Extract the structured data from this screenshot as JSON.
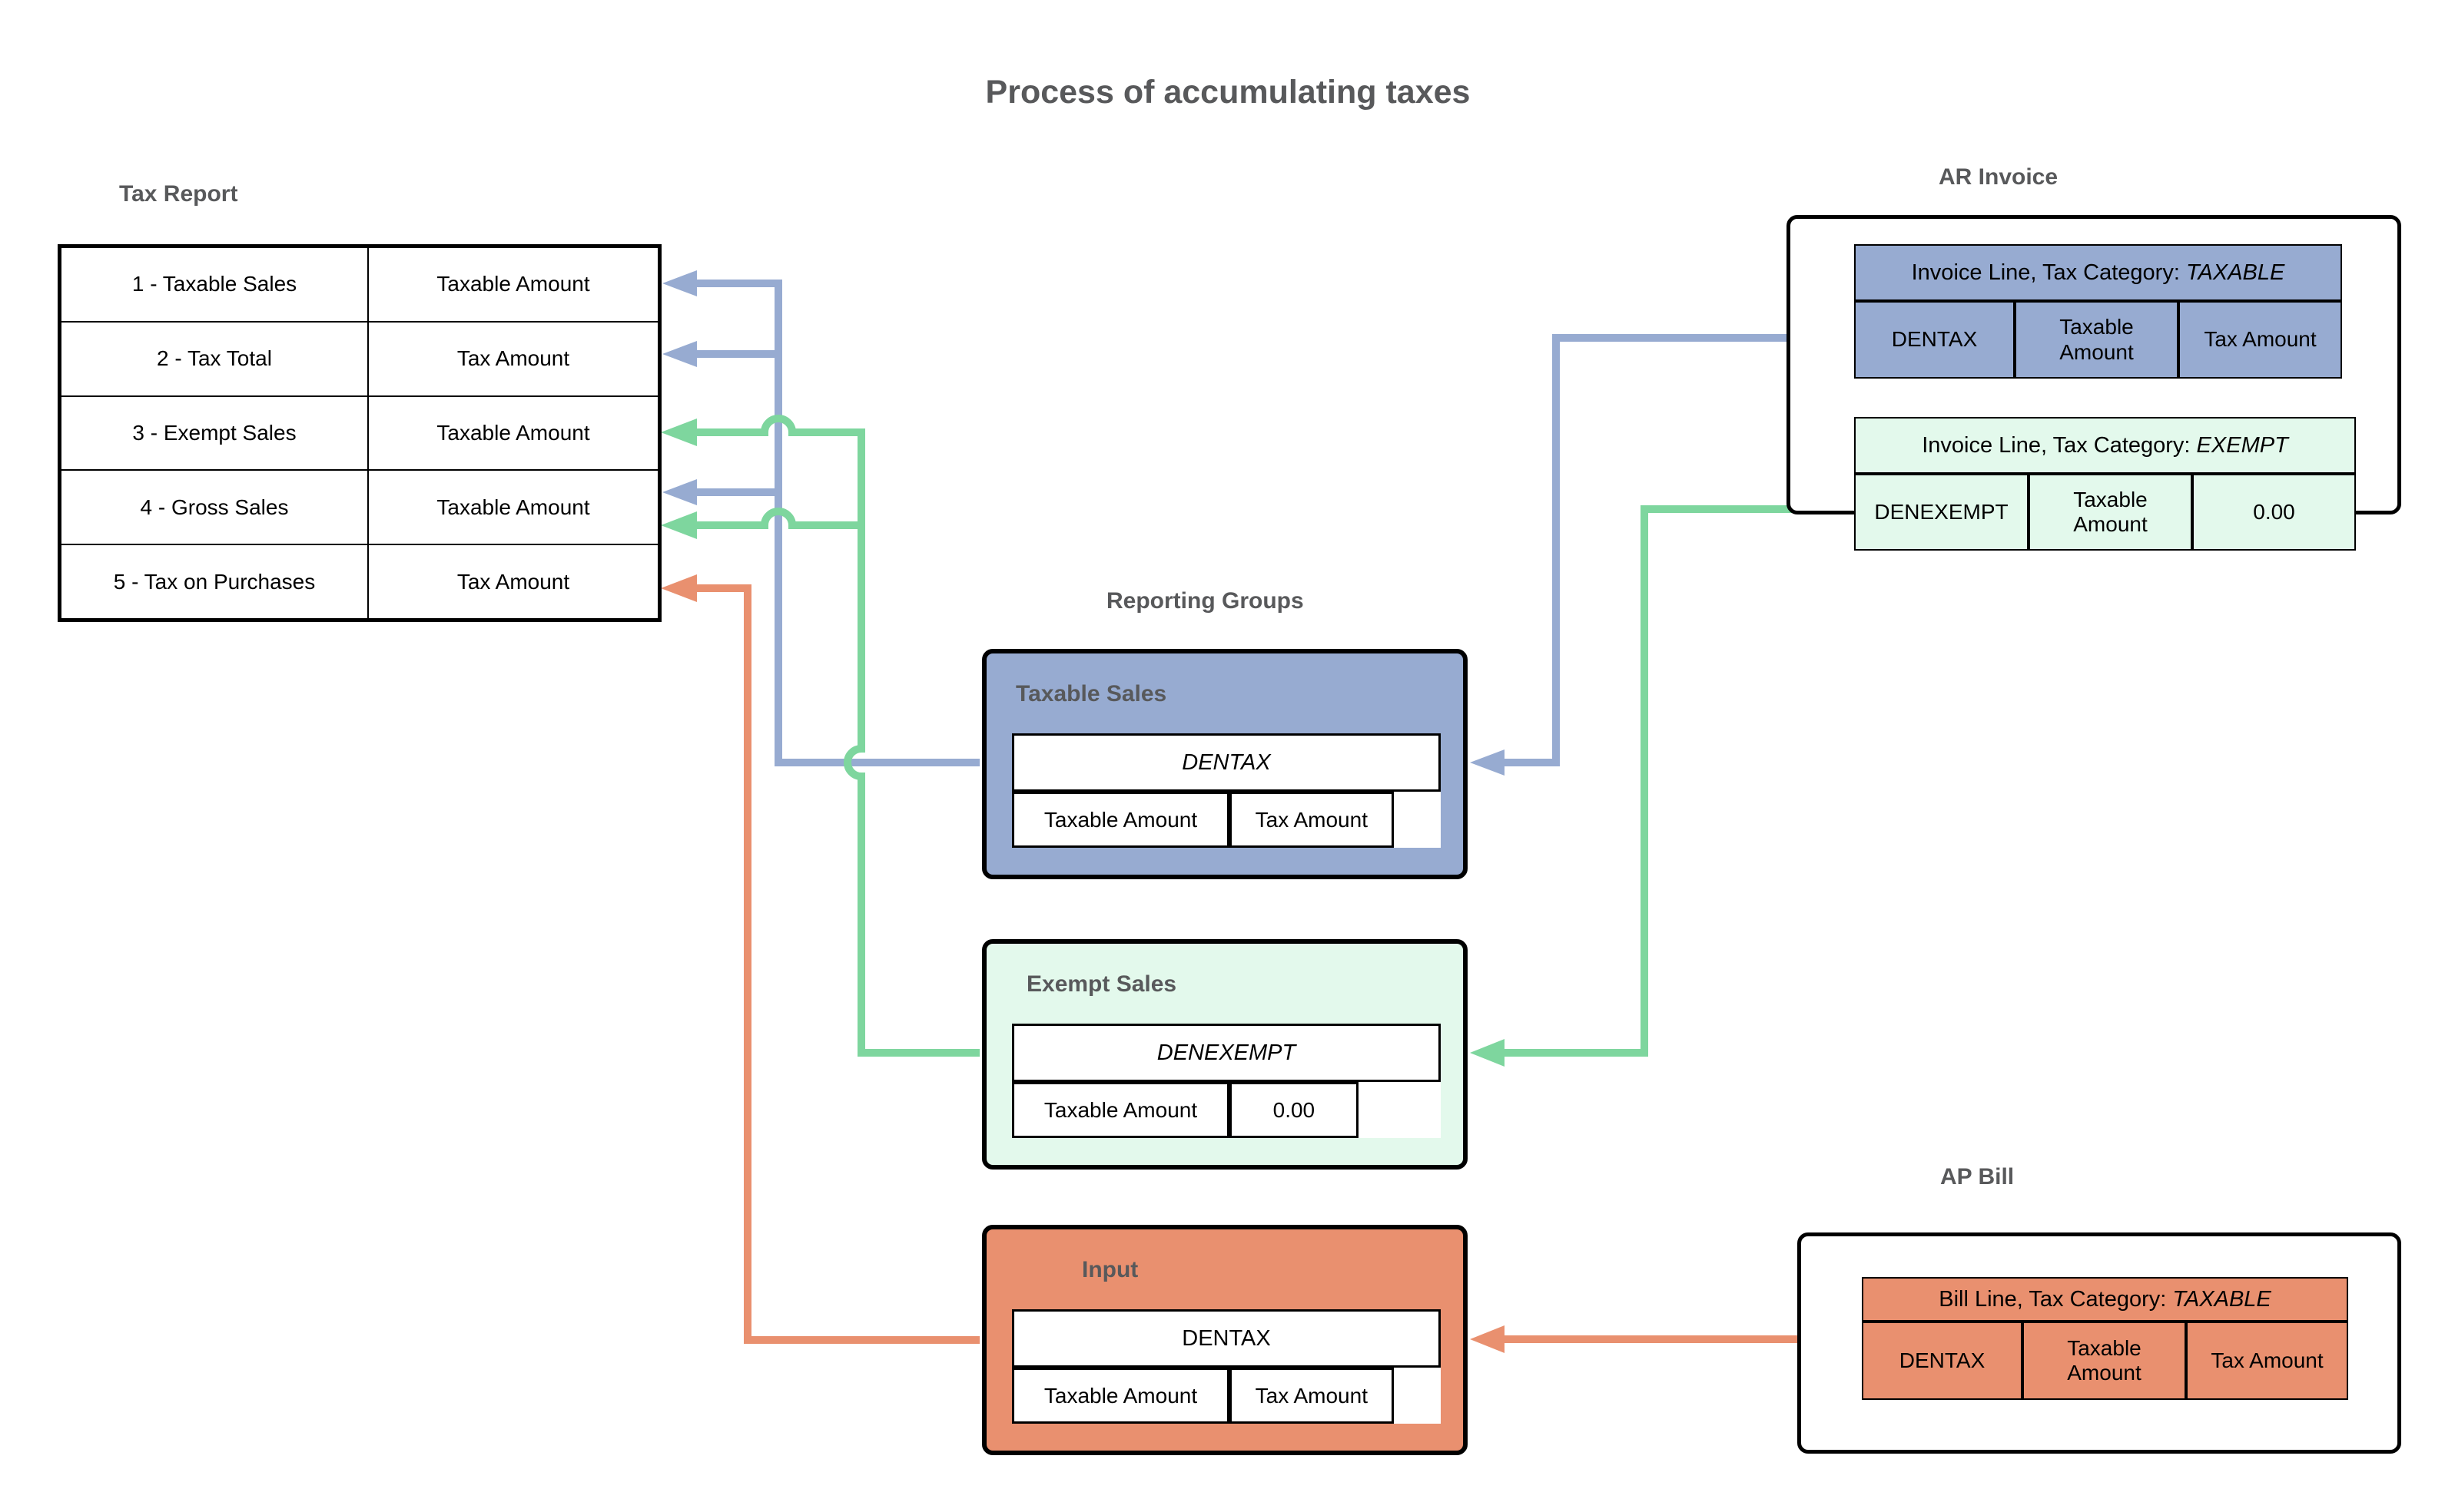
{
  "title": "Process of accumulating taxes",
  "colors": {
    "blue": "#97ABD1",
    "green": "#7ED69E",
    "green_light": "#E3F9EC",
    "salmon": "#E9906F",
    "label_gray": "#58595B",
    "border": "#000000"
  },
  "tax_report": {
    "label": "Tax Report",
    "rows": [
      {
        "name": "1 - Taxable Sales",
        "value": "Taxable Amount"
      },
      {
        "name": "2 - Tax Total",
        "value": "Tax Amount"
      },
      {
        "name": "3 - Exempt Sales",
        "value": "Taxable Amount"
      },
      {
        "name": "4 - Gross Sales",
        "value": "Taxable Amount"
      },
      {
        "name": "5 - Tax on Purchases",
        "value": "Tax Amount"
      }
    ]
  },
  "ar_invoice": {
    "label": "AR Invoice",
    "taxable_line": {
      "header_prefix": "Invoice Line, Tax Category: ",
      "category": "TAXABLE",
      "cells": [
        "DENTAX",
        "Taxable Amount",
        "Tax Amount"
      ]
    },
    "exempt_line": {
      "header_prefix": "Invoice Line, Tax Category: ",
      "category": "EXEMPT",
      "cells": [
        "DENEXEMPT",
        "Taxable Amount",
        "0.00"
      ]
    }
  },
  "reporting_groups": {
    "label": "Reporting Groups",
    "taxable_sales": {
      "label": "Taxable Sales",
      "code": "DENTAX",
      "cells": [
        "Taxable Amount",
        "Tax Amount"
      ]
    },
    "exempt_sales": {
      "label": "Exempt Sales",
      "code": "DENEXEMPT",
      "cells": [
        "Taxable Amount",
        "0.00"
      ]
    },
    "input": {
      "label": "Input",
      "code": "DENTAX",
      "cells": [
        "Taxable Amount",
        "Tax Amount"
      ]
    }
  },
  "ap_bill": {
    "label": "AP Bill",
    "taxable_line": {
      "header_prefix": "Bill Line, Tax Category: ",
      "category": "TAXABLE",
      "cells": [
        "DENTAX",
        "Taxable Amount",
        "Tax Amount"
      ]
    }
  }
}
